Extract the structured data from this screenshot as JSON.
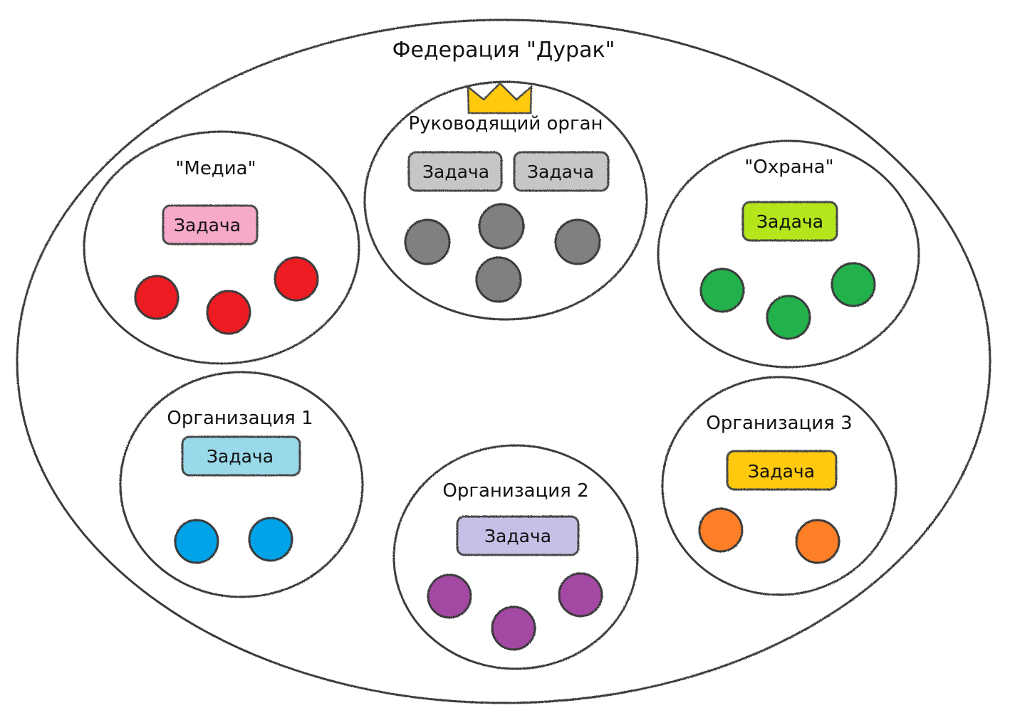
{
  "federation": {
    "title": "Федерация \"Дурак\""
  },
  "groups": [
    {
      "id": "governing-body",
      "title": "Руководящий орган",
      "has_crown": true,
      "tasks": [
        "Задача",
        "Задача"
      ],
      "task_color": "#c6c6c6",
      "member_count": 4,
      "member_color": "#808080"
    },
    {
      "id": "media",
      "title": "\"Медиа\"",
      "tasks": [
        "Задача"
      ],
      "task_color": "#f6a9c9",
      "member_count": 3,
      "member_color": "#ec1c24"
    },
    {
      "id": "guard",
      "title": "\"Охрана\"",
      "tasks": [
        "Задача"
      ],
      "task_color": "#b5e61d",
      "member_count": 3,
      "member_color": "#22b14c"
    },
    {
      "id": "org-1",
      "title": "Организация 1",
      "tasks": [
        "Задача"
      ],
      "task_color": "#99d9ea",
      "member_count": 2,
      "member_color": "#00a2e8"
    },
    {
      "id": "org-2",
      "title": "Организация 2",
      "tasks": [
        "Задача"
      ],
      "task_color": "#c8bfe7",
      "member_count": 3,
      "member_color": "#a349a4"
    },
    {
      "id": "org-3",
      "title": "Организация 3",
      "tasks": [
        "Задача"
      ],
      "task_color": "#ffc90e",
      "member_count": 2,
      "member_color": "#ff7f27"
    }
  ],
  "icons": {
    "crown": "crown-icon",
    "crown_color": "#ffc90e"
  }
}
